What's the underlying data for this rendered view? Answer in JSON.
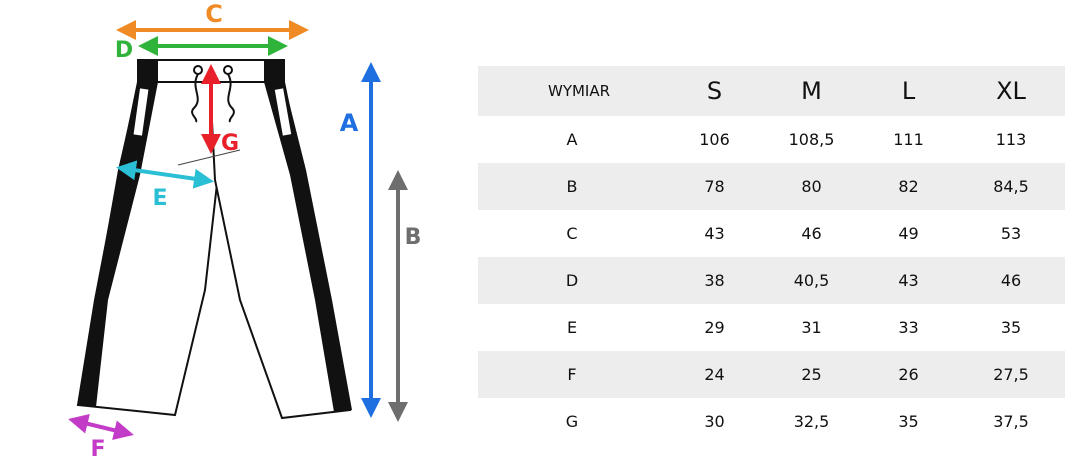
{
  "diagram": {
    "labels": {
      "A": "A",
      "B": "B",
      "C": "C",
      "D": "D",
      "E": "E",
      "F": "F",
      "G": "G"
    },
    "colors": {
      "A": "#1f6fe0",
      "B": "#6e6e6e",
      "C": "#f08a24",
      "D": "#2fb33a",
      "E": "#2bbfd6",
      "F": "#c23cc8",
      "G": "#e8202a"
    }
  },
  "table": {
    "headers": [
      "WYMIAR",
      "S",
      "M",
      "L",
      "XL"
    ],
    "rows": [
      {
        "dim": "A",
        "values": [
          "106",
          "108,5",
          "111",
          "113"
        ]
      },
      {
        "dim": "B",
        "values": [
          "78",
          "80",
          "82",
          "84,5"
        ]
      },
      {
        "dim": "C",
        "values": [
          "43",
          "46",
          "49",
          "53"
        ]
      },
      {
        "dim": "D",
        "values": [
          "38",
          "40,5",
          "43",
          "46"
        ]
      },
      {
        "dim": "E",
        "values": [
          "29",
          "31",
          "33",
          "35"
        ]
      },
      {
        "dim": "F",
        "values": [
          "24",
          "25",
          "26",
          "27,5"
        ]
      },
      {
        "dim": "G",
        "values": [
          "30",
          "32,5",
          "35",
          "37,5"
        ]
      }
    ]
  }
}
